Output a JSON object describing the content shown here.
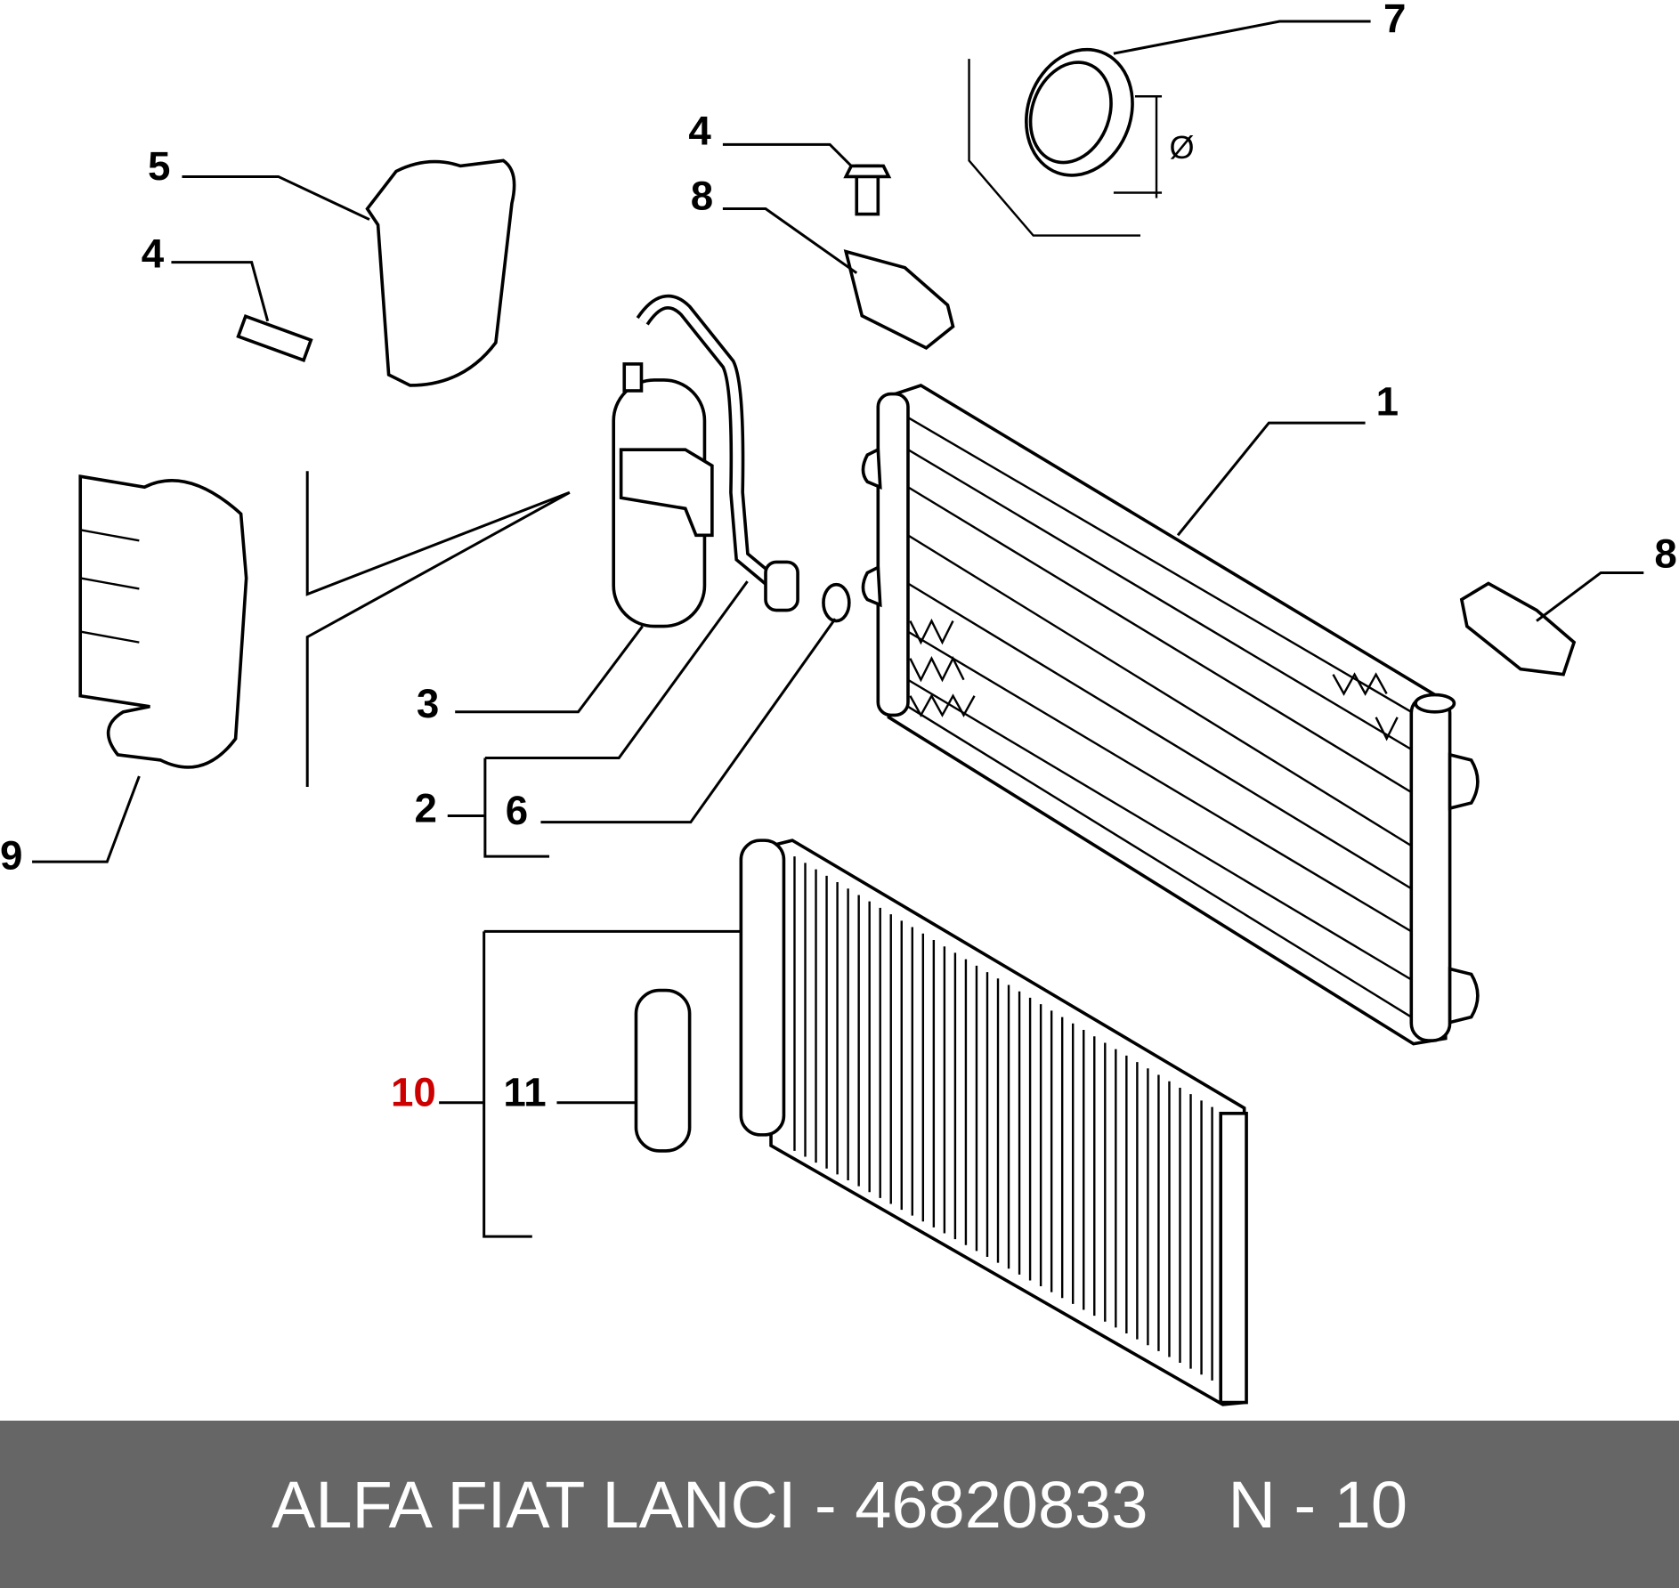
{
  "callouts": {
    "c1": "1",
    "c2": "2",
    "c3": "3",
    "c4a": "4",
    "c4b": "4",
    "c5": "5",
    "c6": "6",
    "c7": "7",
    "c8a": "8",
    "c8b": "8",
    "c9": "9",
    "c10": "10",
    "c11": "11",
    "diameter": "Ø"
  },
  "highlight_color": "#cc0000",
  "footer": {
    "brand_part": "ALFA FIAT LANCI - 46820833",
    "position": "N - 10"
  }
}
